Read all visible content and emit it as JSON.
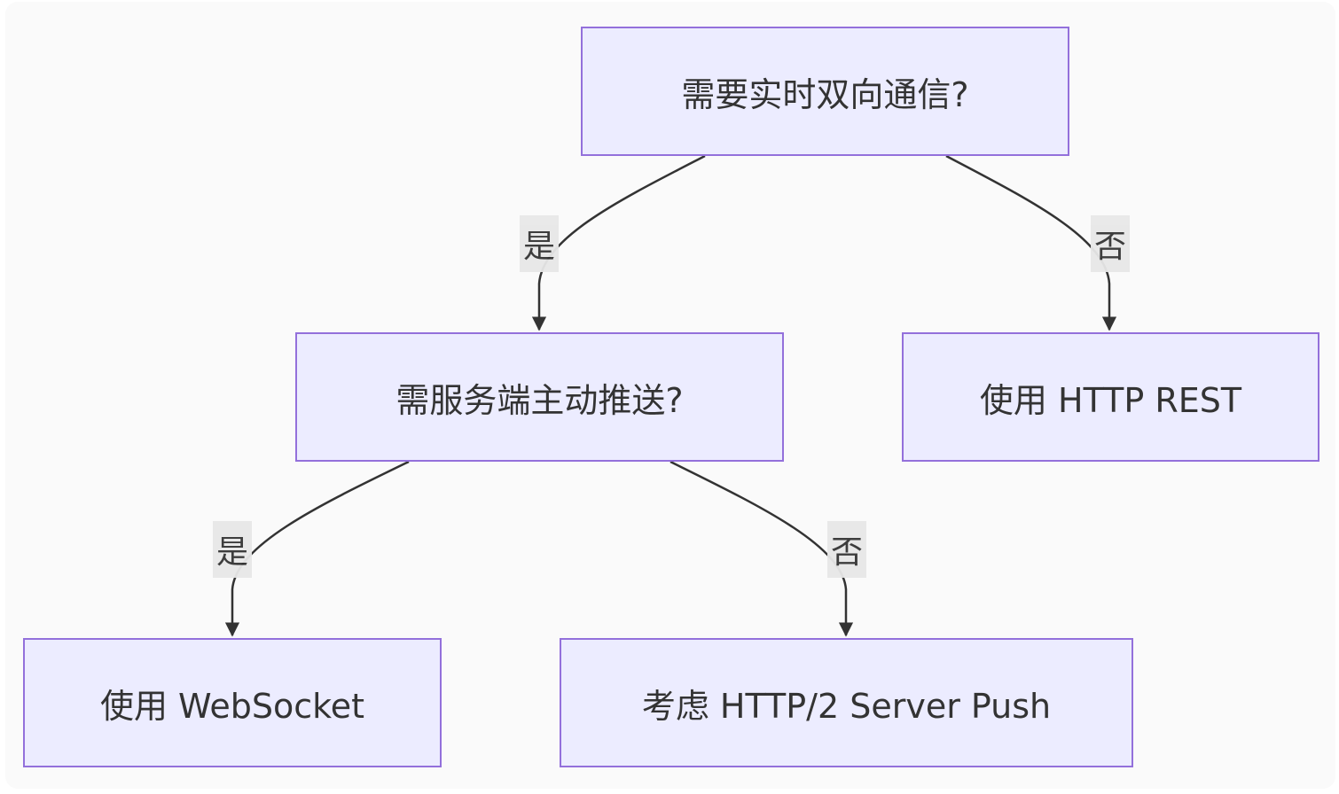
{
  "diagram": {
    "nodes": {
      "q1": {
        "label": "需要实时双向通信?"
      },
      "q2": {
        "label": "需服务端主动推送?"
      },
      "rest": {
        "label": "使用 HTTP REST"
      },
      "ws": {
        "label": "使用 WebSocket"
      },
      "push": {
        "label": "考虑 HTTP/2 Server Push"
      }
    },
    "edges": [
      {
        "from": "q1",
        "to": "q2",
        "label": "是"
      },
      {
        "from": "q1",
        "to": "rest",
        "label": "否"
      },
      {
        "from": "q2",
        "to": "ws",
        "label": "是"
      },
      {
        "from": "q2",
        "to": "push",
        "label": "否"
      }
    ],
    "colors": {
      "node_fill": "#ececff",
      "node_border": "#9370db",
      "edge_stroke": "#333333",
      "label_background": "#e8e8e8",
      "background": "#fafafa"
    }
  }
}
